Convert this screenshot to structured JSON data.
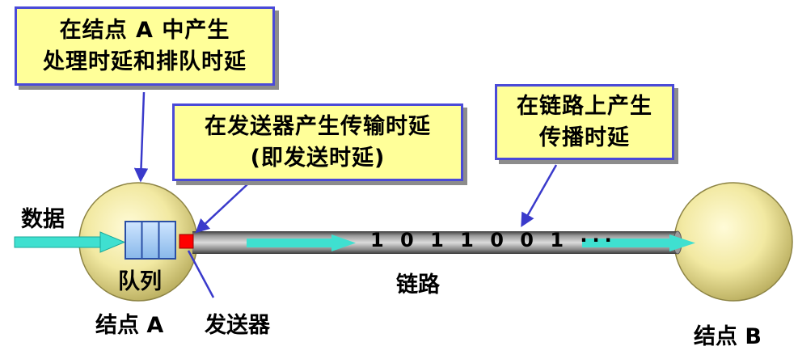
{
  "callouts": {
    "processing": {
      "line1": "在结点 A 中产生",
      "line2": "处理时延和排队时延"
    },
    "transmission": {
      "line1": "在发送器产生传输时延",
      "line2": "(即发送时延)"
    },
    "propagation": {
      "line1": "在链路上产生",
      "line2": "传播时延"
    }
  },
  "labels": {
    "data": "数据",
    "queue": "队列",
    "node_a": "结点 A",
    "transmitter": "发送器",
    "link": "链路",
    "node_b": "结点 B",
    "bits": "1 0 1 1 0 0 1 ···"
  },
  "colors": {
    "callout_fill": "#ffff99",
    "callout_border": "#4a4ad8",
    "node_fill": "#f3eba6",
    "queue_fill": "#9ecbf2",
    "transmitter": "#ff0000",
    "arrow": "#3fe0d0",
    "pointer": "#3a3acb"
  }
}
